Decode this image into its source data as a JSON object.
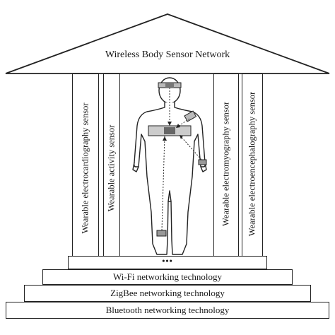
{
  "roof": {
    "title": "Wireless Body Sensor Network"
  },
  "pillars": [
    {
      "label": "Wearable electrocardiography sensor"
    },
    {
      "label": "Wearable activity sensor"
    },
    {
      "label": "Wearable electromyography sensor"
    },
    {
      "label": "Wearable electroencephalography sensor"
    }
  ],
  "steps": [
    {
      "label": "•••"
    },
    {
      "label": "Wi-Fi networking technology"
    },
    {
      "label": "ZigBee networking technology"
    },
    {
      "label": "Bluetooth networking technology"
    }
  ],
  "colors": {
    "line": "#222222",
    "fill": "#ffffff",
    "sensor": "#9a9a9a"
  }
}
